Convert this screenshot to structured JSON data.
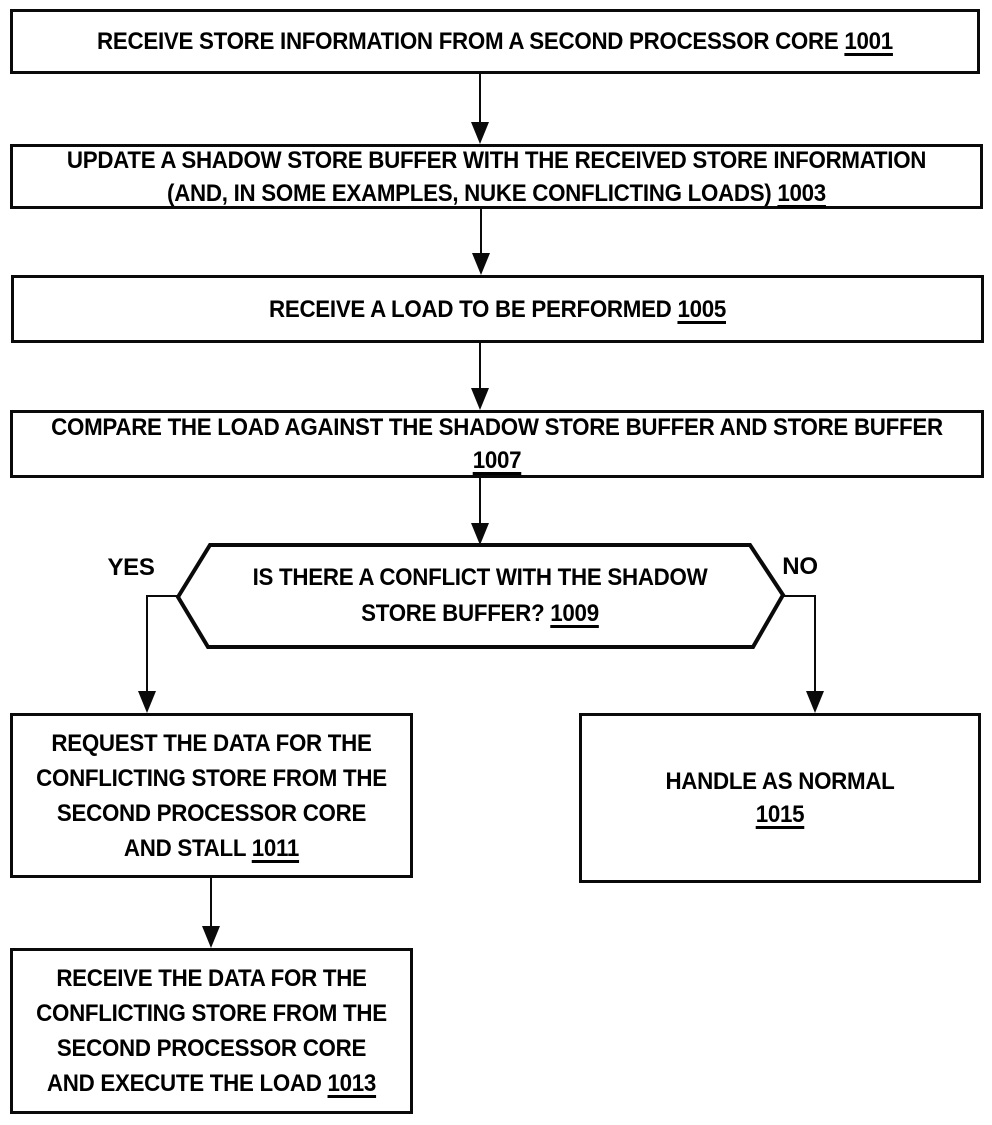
{
  "figure": {
    "type": "flowchart",
    "background_color": "#ffffff",
    "ink_color": "#000000"
  },
  "nodes": {
    "n1001": {
      "shape": "rect",
      "lines": [
        "RECEIVE STORE INFORMATION FROM A SECOND PROCESSOR CORE"
      ],
      "ref": "1001"
    },
    "n1003": {
      "shape": "rect",
      "lines": [
        "UPDATE A SHADOW STORE BUFFER WITH THE RECEIVED STORE INFORMATION",
        "(AND, IN SOME EXAMPLES, NUKE CONFLICTING LOADS)"
      ],
      "ref": "1003"
    },
    "n1005": {
      "shape": "rect",
      "lines": [
        "RECEIVE A LOAD TO BE PERFORMED"
      ],
      "ref": "1005"
    },
    "n1007": {
      "shape": "rect",
      "lines": [
        "COMPARE THE LOAD AGAINST THE SHADOW STORE BUFFER AND STORE BUFFER"
      ],
      "ref": "1007"
    },
    "n1009": {
      "shape": "hexagon",
      "lines": [
        "IS THERE A CONFLICT WITH THE SHADOW",
        "STORE BUFFER?"
      ],
      "ref": "1009"
    },
    "n1011": {
      "shape": "rect",
      "lines": [
        "REQUEST THE DATA FOR THE",
        "CONFLICTING STORE FROM THE",
        "SECOND PROCESSOR CORE",
        "AND STALL"
      ],
      "ref": "1011"
    },
    "n1013": {
      "shape": "rect",
      "lines": [
        "RECEIVE THE DATA FOR THE",
        "CONFLICTING STORE FROM THE",
        "SECOND PROCESSOR CORE",
        "AND EXECUTE THE LOAD"
      ],
      "ref": "1013"
    },
    "n1015": {
      "shape": "rect",
      "lines": [
        "HANDLE AS NORMAL"
      ],
      "ref": "1015"
    }
  },
  "edges": [
    {
      "from": "1001",
      "to": "1003",
      "label": ""
    },
    {
      "from": "1003",
      "to": "1005",
      "label": ""
    },
    {
      "from": "1005",
      "to": "1007",
      "label": ""
    },
    {
      "from": "1007",
      "to": "1009",
      "label": ""
    },
    {
      "from": "1009",
      "to": "1011",
      "label": "YES"
    },
    {
      "from": "1009",
      "to": "1015",
      "label": "NO"
    },
    {
      "from": "1011",
      "to": "1013",
      "label": ""
    }
  ]
}
